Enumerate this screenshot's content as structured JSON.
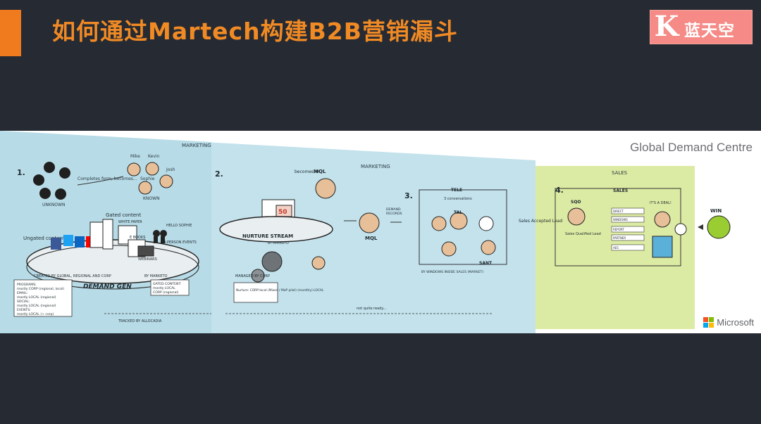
{
  "slide": {
    "title": "如何通过Martech构建B2B营销漏斗",
    "logo": {
      "letter": "K",
      "text": "蓝天空"
    }
  },
  "infographic": {
    "brand": "Global Demand Centre",
    "microsoft": "Microsoft",
    "section_labels": {
      "marketing_top": "MARKETING",
      "marketing_mid": "MARKETING",
      "sales": "SALES"
    },
    "steps": [
      {
        "num": "1.",
        "caption": "Completes form, becomes...",
        "left_label": "UNKNOWN",
        "right_label": "KNOWN"
      },
      {
        "num": "2.",
        "caption": "becomes an",
        "mql": "MQL"
      },
      {
        "num": "3.",
        "caption": "TELE",
        "sub": "3 conversations",
        "bottom": "SANT"
      },
      {
        "num": "4.",
        "caption": "SALES",
        "sub": "SQO"
      }
    ],
    "people": {
      "mike": "Mike",
      "kevin": "Kevin",
      "sophie": "Sophie",
      "josh": "Josh",
      "hello": "HELLO SOPHIE"
    },
    "demand_gen": {
      "ungated": "Ungated content",
      "gated": "Gated content",
      "white_paper": "WHITE PAPER",
      "ebooks": "E BOOKS",
      "webinars": "WEBINARS",
      "events": "IN-PERSON EVENTS",
      "platform": "DEMAND GEN",
      "platform_sub": "CREATED BY GLOBAL, REGIONAL AND CORP",
      "by": "BY MARKETO",
      "notes": [
        "PROGRAMS:",
        "mostly CORP (regional, local)",
        "EMAIL:",
        "mostly LOCAL (regional)",
        "SOCIAL:",
        "mostly LOCAL (regional)",
        "EVENTS:",
        "mostly LOCAL (+ corp)"
      ],
      "notes2": [
        "GATED CONTENT:",
        "mostly LOCAL",
        "CORP (regional)"
      ]
    },
    "nurture": {
      "platform": "NURTURE STREAM",
      "by": "BY MARKETO",
      "score": "50",
      "managed": "MANAGED BY CORP",
      "note": "Nurture: CORP-local (Mixed / MoP pilot) (monthly) LOCAL",
      "side": "becomes an MQL"
    },
    "mql": {
      "tracked": "TRACKED BY ALLOCADIA",
      "not_ready": "not quite ready...",
      "stage": "MQL",
      "notes": [
        "DEMAND",
        "RECORDS"
      ]
    },
    "tele": {
      "header": "TELE",
      "conversations": "3 conversations",
      "bottom_label": "SANT",
      "accepted": "Sales Accepted Lead",
      "inside": "BY WINDOWS INSIDE SALES (MARKET)",
      "tal": "TAL"
    },
    "sales": {
      "header": "SALES",
      "sqo": "SQO",
      "lead": "Sales Qualified Lead",
      "deal": "IT'S A DEAL!",
      "win": "WIN",
      "list": [
        "DIRECT",
        "WINDOWS",
        "REPORT",
        "PARTNER",
        "AES"
      ]
    }
  }
}
